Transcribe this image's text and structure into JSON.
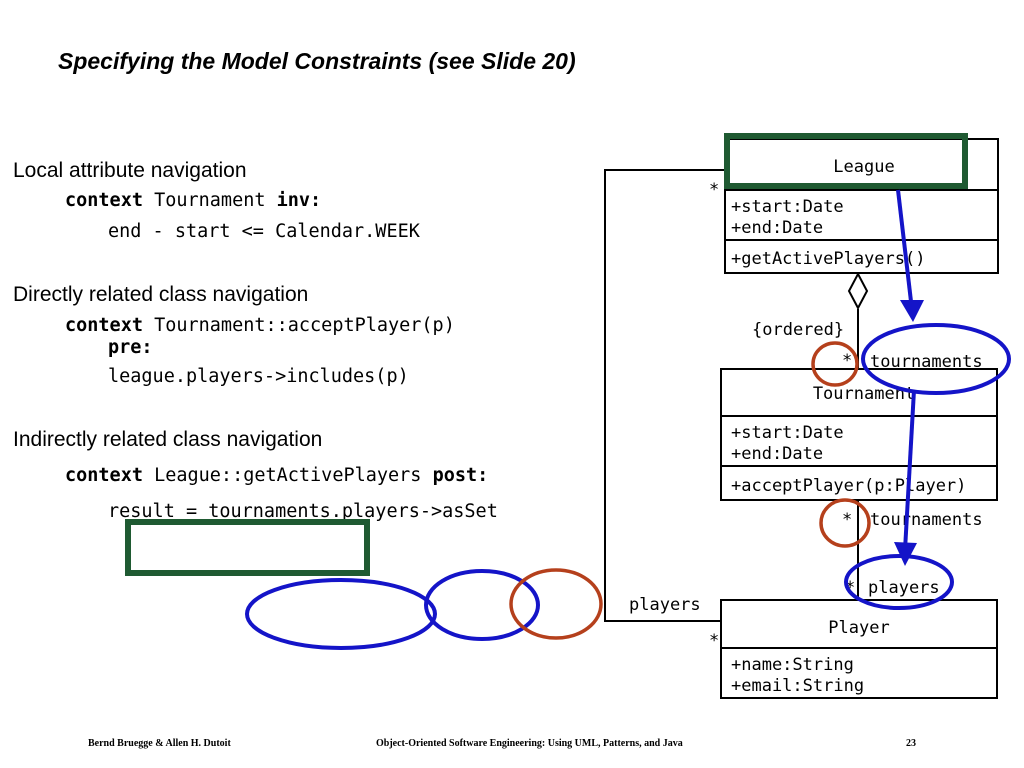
{
  "title": "Specifying the Model Constraints (see Slide 20)",
  "sections": [
    {
      "heading": "Local attribute navigation",
      "line1": {
        "kw1": "context",
        "text1": "Tournament",
        "kw2": "inv:"
      },
      "line2": "end - start <= Calendar.WEEK"
    },
    {
      "heading": "Directly related class navigation",
      "line1": {
        "kw1": "context",
        "text1": "Tournament::acceptPlayer(p)"
      },
      "line2_kw": "pre:",
      "line3": "league.players->includes(p)"
    },
    {
      "heading": "Indirectly related class navigation",
      "line1": {
        "kw1": "context",
        "text1": "League::getActivePlayers",
        "kw2": "post:"
      },
      "line2": "result = tournaments.players->asSet"
    }
  ],
  "uml": {
    "league": {
      "name": "League",
      "attrs": [
        "+start:Date",
        "+end:Date"
      ],
      "ops": [
        "+getActivePlayers()"
      ]
    },
    "tournament": {
      "name": "Tournament",
      "attrs": [
        "+start:Date",
        "+end:Date"
      ],
      "ops": [
        "+acceptPlayer(p:Player)"
      ]
    },
    "player": {
      "name": "Player",
      "attrs": [
        "+name:String",
        "+email:String"
      ]
    },
    "labels": {
      "ordered": "{ordered}",
      "star": "*",
      "tournaments": "tournaments",
      "players": "players"
    }
  },
  "footer": {
    "left": "Bernd Bruegge & Allen H. Dutoit",
    "center": "Object-Oriented Software Engineering: Using UML, Patterns, and Java",
    "page": "23"
  },
  "colors": {
    "highlight_green": "#1f5a32",
    "highlight_blue": "#1414c8",
    "highlight_red": "#b5401c"
  }
}
